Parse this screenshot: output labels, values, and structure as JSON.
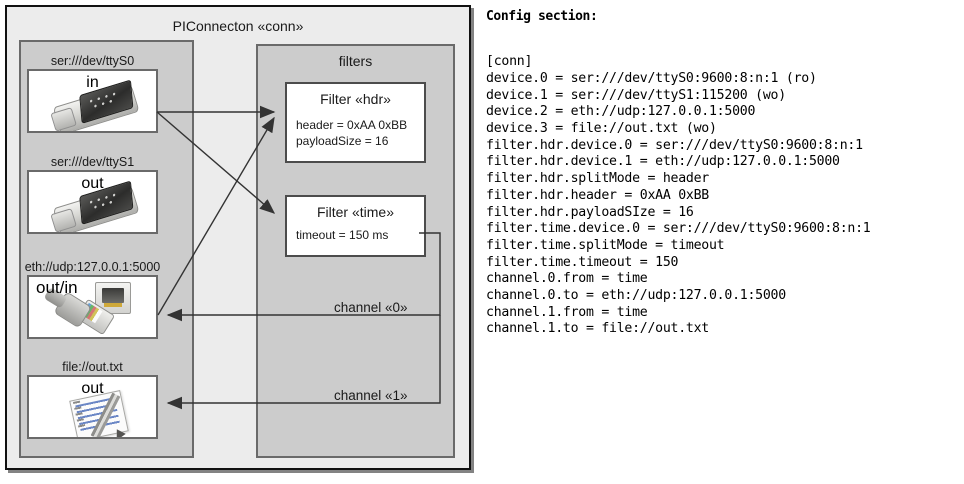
{
  "diagram": {
    "outer_title": "PIConnecton «conn»",
    "filters_group_title": "filters",
    "devices": [
      {
        "caption": "ser:///dev/ttyS0",
        "direction": "in",
        "icon": "serial-port-icon"
      },
      {
        "caption": "ser:///dev/ttyS1",
        "direction": "out",
        "icon": "serial-port-icon"
      },
      {
        "caption": "eth://udp:127.0.0.1:5000",
        "direction": "out/in",
        "icon": "ethernet-icon"
      },
      {
        "caption": "file://out.txt",
        "direction": "out",
        "icon": "text-file-icon"
      }
    ],
    "filters": [
      {
        "title": "Filter «hdr»",
        "props": [
          "header = 0xAA 0xBB",
          "payloadSize = 16"
        ]
      },
      {
        "title": "Filter «time»",
        "props": [
          "timeout = 150 ms"
        ]
      }
    ],
    "channels": [
      {
        "label": "channel «0»"
      },
      {
        "label": "channel «1»"
      }
    ],
    "colors": {
      "outer_fill": "#ececec",
      "group_fill": "#cccccc",
      "group_border": "#6a6a6a",
      "node_fill": "#ffffff",
      "outer_border": "#111111",
      "connector": "#333333"
    }
  },
  "config": {
    "heading": "Config section:",
    "lines": [
      "[conn]",
      "device.0 = ser:///dev/ttyS0:9600:8:n:1 (ro)",
      "device.1 = ser:///dev/ttyS1:115200 (wo)",
      "device.2 = eth://udp:127.0.0.1:5000",
      "device.3 = file://out.txt (wo)",
      "filter.hdr.device.0 = ser:///dev/ttyS0:9600:8:n:1",
      "filter.hdr.device.1 = eth://udp:127.0.0.1:5000",
      "filter.hdr.splitMode = header",
      "filter.hdr.header = 0xAA 0xBB",
      "filter.hdr.payloadSIze = 16",
      "filter.time.device.0 = ser:///dev/ttyS0:9600:8:n:1",
      "filter.time.splitMode = timeout",
      "filter.time.timeout = 150",
      "channel.0.from = time",
      "channel.0.to = eth://udp:127.0.0.1:5000",
      "channel.1.from = time",
      "channel.1.to = file://out.txt"
    ],
    "text": "[conn]\ndevice.0 = ser:///dev/ttyS0:9600:8:n:1 (ro)\ndevice.1 = ser:///dev/ttyS1:115200 (wo)\ndevice.2 = eth://udp:127.0.0.1:5000\ndevice.3 = file://out.txt (wo)\nfilter.hdr.device.0 = ser:///dev/ttyS0:9600:8:n:1\nfilter.hdr.device.1 = eth://udp:127.0.0.1:5000\nfilter.hdr.splitMode = header\nfilter.hdr.header = 0xAA 0xBB\nfilter.hdr.payloadSIze = 16\nfilter.time.device.0 = ser:///dev/ttyS0:9600:8:n:1\nfilter.time.splitMode = timeout\nfilter.time.timeout = 150\nchannel.0.from = time\nchannel.0.to = eth://udp:127.0.0.1:5000\nchannel.1.from = time\nchannel.1.to = file://out.txt"
  }
}
